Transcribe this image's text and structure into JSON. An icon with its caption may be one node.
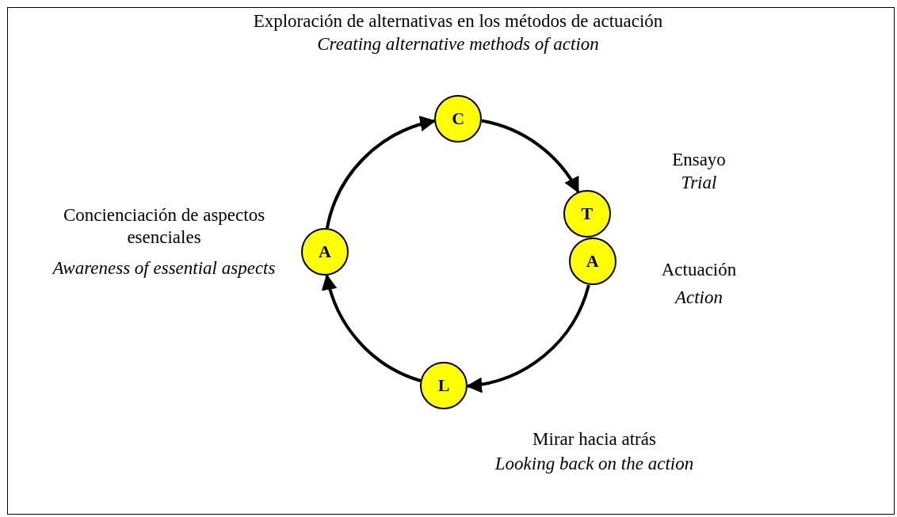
{
  "diagram": {
    "nodes": [
      {
        "text": [
          "C"
        ],
        "beside": [
          "Exploración de alternativas en los métodos de actuación",
          "Creating alternative methods of action"
        ]
      },
      {
        "text": [
          "T"
        ],
        "beside": [
          "Ensayo",
          "Trial"
        ]
      },
      {
        "text": [
          "A"
        ],
        "beside": [
          "Actuación",
          "Action"
        ]
      },
      {
        "text": [
          "L"
        ],
        "beside": [
          "Mirar hacia atrás",
          "Looking back on the action"
        ]
      },
      {
        "text": [
          "A"
        ],
        "beside": [
          "Concienciación de aspectos esenciales",
          "Awareness of essential aspects"
        ]
      }
    ],
    "edges": [
      {
        "from": 4,
        "to": 0,
        "arrow": "to"
      },
      {
        "from": 0,
        "to": 1,
        "arrow": "to"
      },
      {
        "from": 2,
        "to": 3,
        "arrow": "to"
      },
      {
        "from": 3,
        "to": 4,
        "arrow": "to"
      }
    ]
  }
}
